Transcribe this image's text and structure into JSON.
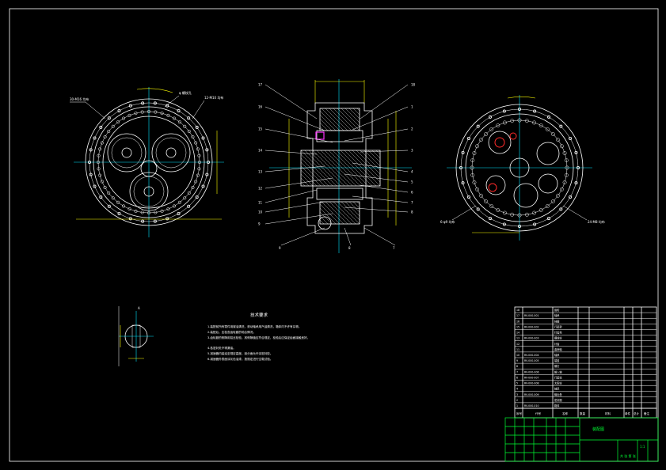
{
  "drawing": {
    "colors": {
      "background": "#000000",
      "outline": "#ffffff",
      "dimension": "#ffff00",
      "center": "#00e5ff",
      "titleblock": "#00ff33",
      "marker": "#ff2a2a",
      "highlight": "#ff33ff"
    },
    "front_view": {
      "callouts": [
        "30-M16 均布",
        "φ 螺纹孔",
        "12-M10 均布"
      ]
    },
    "section_view": {
      "left_numbers": [
        "17",
        "16",
        "15",
        "14",
        "13",
        "12",
        "11",
        "10",
        "9"
      ],
      "right_numbers": [
        "18",
        "1",
        "2",
        "3",
        "4",
        "5",
        "6",
        "7",
        "8"
      ],
      "bottom_numbers": [
        "9",
        "8",
        "7"
      ]
    },
    "rear_view": {
      "callouts": [
        "6-φ9 均布",
        "24-M8 均布"
      ]
    },
    "detail_view": {
      "label": "A"
    },
    "technical_requirements": {
      "title": "技术要求",
      "lines": [
        "1.装配前所有零件用煤油清洗，滚动轴承用汽油清洗，箱体内不许有杂物。",
        "2.装配后，应检查齿轮副的啮合情况。",
        "3.齿轮副的侧隙用铅丝检验，其侧隙值应符合规定，检验后应保证齿面接触良好。",
        "4.各密封处不得漏油。",
        "5.减速器内装油至规定高度，剖分面允许涂密封胶。",
        "6.减速器外表面涂灰色油漆，按规定进行空载试验。"
      ]
    },
    "title_block": {
      "parts": [
        {
          "no": "18",
          "code": "",
          "name": "齿轮"
        },
        {
          "no": "17",
          "code": "RV-000-001",
          "name": "轴承"
        },
        {
          "no": "16",
          "code": "",
          "name": "挡圈"
        },
        {
          "no": "15",
          "code": "RV-000-002",
          "name": "行星架"
        },
        {
          "no": "14",
          "code": "",
          "name": "针齿壳"
        },
        {
          "no": "13",
          "code": "RV-000-003",
          "name": "摆线轮"
        },
        {
          "no": "12",
          "code": "",
          "name": "针齿"
        },
        {
          "no": "11",
          "code": "",
          "name": "曲柄轴"
        },
        {
          "no": "10",
          "code": "RV-000-004",
          "name": "轴承"
        },
        {
          "no": "9",
          "code": "RV-000-005",
          "name": "端盖"
        },
        {
          "no": "8",
          "code": "",
          "name": "螺钉"
        },
        {
          "no": "7",
          "code": "RV-000-006",
          "name": "输入轴"
        },
        {
          "no": "6",
          "code": "RV-000-007",
          "name": "行星轮"
        },
        {
          "no": "5",
          "code": "RV-000-008",
          "name": "太阳轮"
        },
        {
          "no": "4",
          "code": "",
          "name": "轴承"
        },
        {
          "no": "3",
          "code": "RV-000-009",
          "name": "输出盘"
        },
        {
          "no": "2",
          "code": "",
          "name": "密封圈"
        },
        {
          "no": "1",
          "code": "RV-000-010",
          "name": "箱体"
        }
      ],
      "header": [
        "序号",
        "代号",
        "名称",
        "数量",
        "材料",
        "单件",
        "总计",
        "备注"
      ],
      "drawing_name": "装配图",
      "scale": "1:1",
      "sheet": "共 张 第 张"
    }
  }
}
